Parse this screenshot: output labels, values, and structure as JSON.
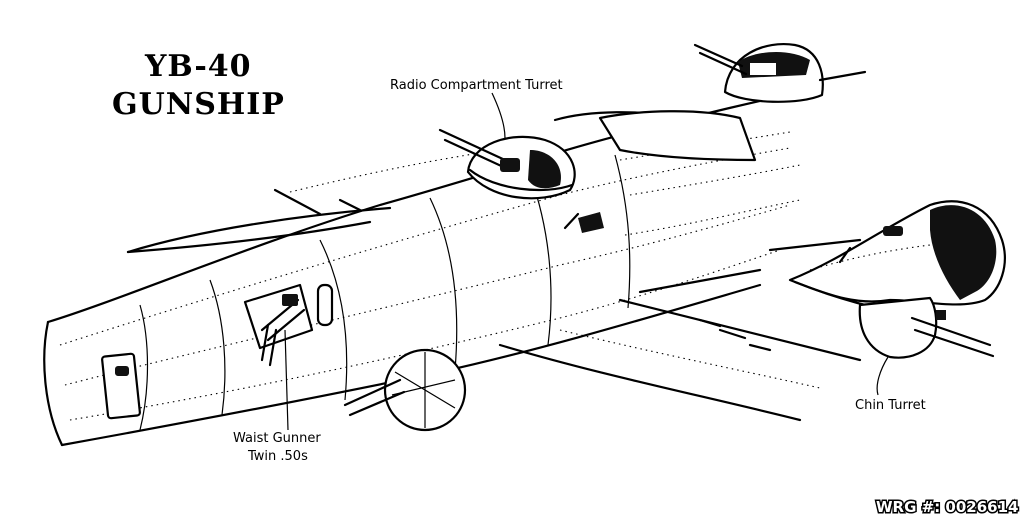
{
  "title": {
    "line1": "YB-40",
    "line2": "GUNSHIP"
  },
  "callouts": {
    "radio_turret": "Radio Compartment Turret",
    "waist_gunner_line1": "Waist Gunner",
    "waist_gunner_line2": "Twin .50s",
    "chin_turret": "Chin Turret"
  },
  "watermark": "WRG #: 0026614"
}
